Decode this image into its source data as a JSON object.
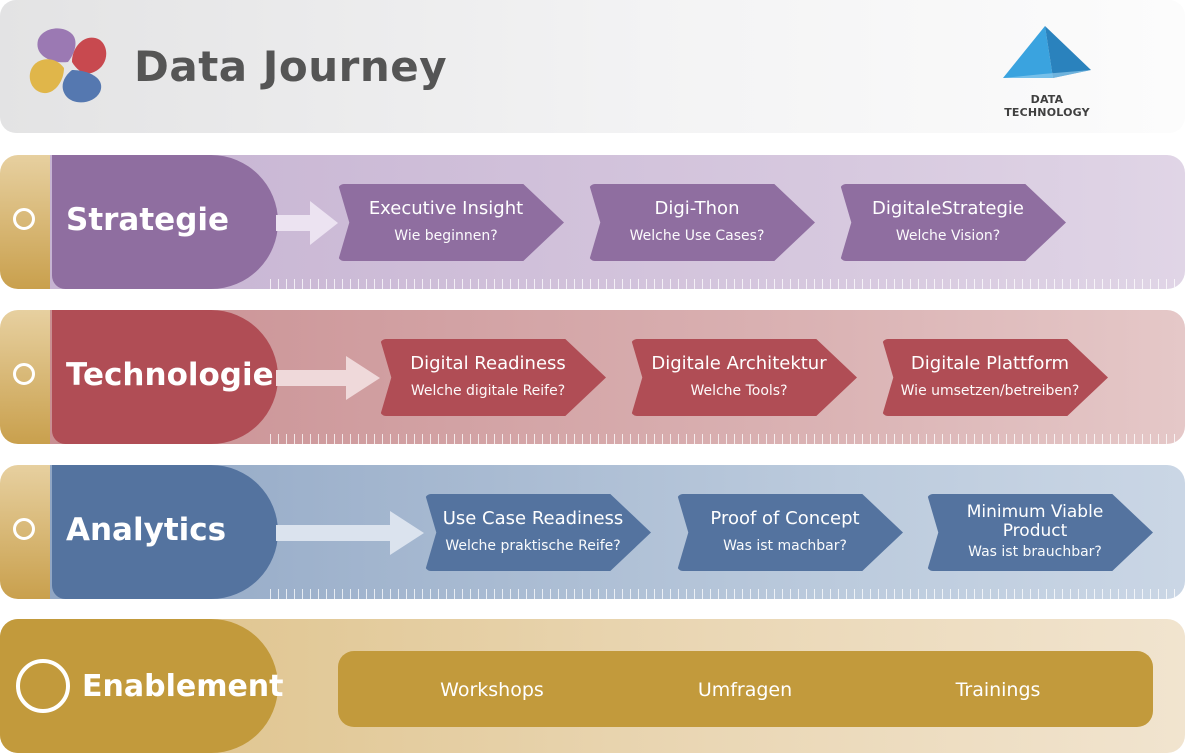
{
  "header": {
    "app_title": "Data Journey",
    "brand_label": "DATA TECHNOLOGY",
    "logo_icon": "interlocking-swirl-logo-icon",
    "brand_icon": "pyramid-logo-icon"
  },
  "lanes": [
    {
      "title": "Strategie",
      "color": "#8f6ea0",
      "steps": [
        {
          "title": "Executive Insight",
          "subtitle": "Wie beginnen?"
        },
        {
          "title": "Digi-Thon",
          "subtitle": "Welche Use Cases?"
        },
        {
          "title": "DigitaleStrategie",
          "subtitle": "Welche Vision?"
        }
      ]
    },
    {
      "title": "Technologie",
      "color": "#b04d55",
      "steps": [
        {
          "title": "Digital Readiness",
          "subtitle": "Welche digitale Reife?"
        },
        {
          "title": "Digitale Architektur",
          "subtitle": "Welche Tools?"
        },
        {
          "title": "Digitale Plattform",
          "subtitle": "Wie umsetzen/betreiben?"
        }
      ]
    },
    {
      "title": "Analytics",
      "color": "#54739f",
      "steps": [
        {
          "title": "Use Case Readiness",
          "subtitle": "Welche praktische Reife?"
        },
        {
          "title": "Proof of Concept",
          "subtitle": "Was ist machbar?"
        },
        {
          "title": "Minimum Viable Product",
          "subtitle": "Was ist brauchbar?"
        }
      ]
    },
    {
      "title": "Enablement",
      "color": "#c29a3c",
      "items": [
        "Workshops",
        "Umfragen",
        "Trainings"
      ]
    }
  ],
  "icons": {
    "lane_marker": "ring-icon",
    "flow_arrow": "arrow-right-icon"
  }
}
